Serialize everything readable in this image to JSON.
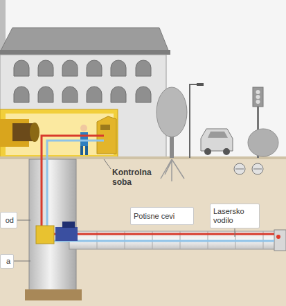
{
  "diagram": {
    "nodes": [
      {
        "text": [
          "od"
        ]
      },
      {
        "text": [
          "Potisne cevi"
        ]
      },
      {
        "text": [
          "Lasersko vodilo"
        ]
      },
      {
        "text": [
          "a"
        ]
      }
    ],
    "labels": [
      "Kontrolna soba"
    ]
  }
}
